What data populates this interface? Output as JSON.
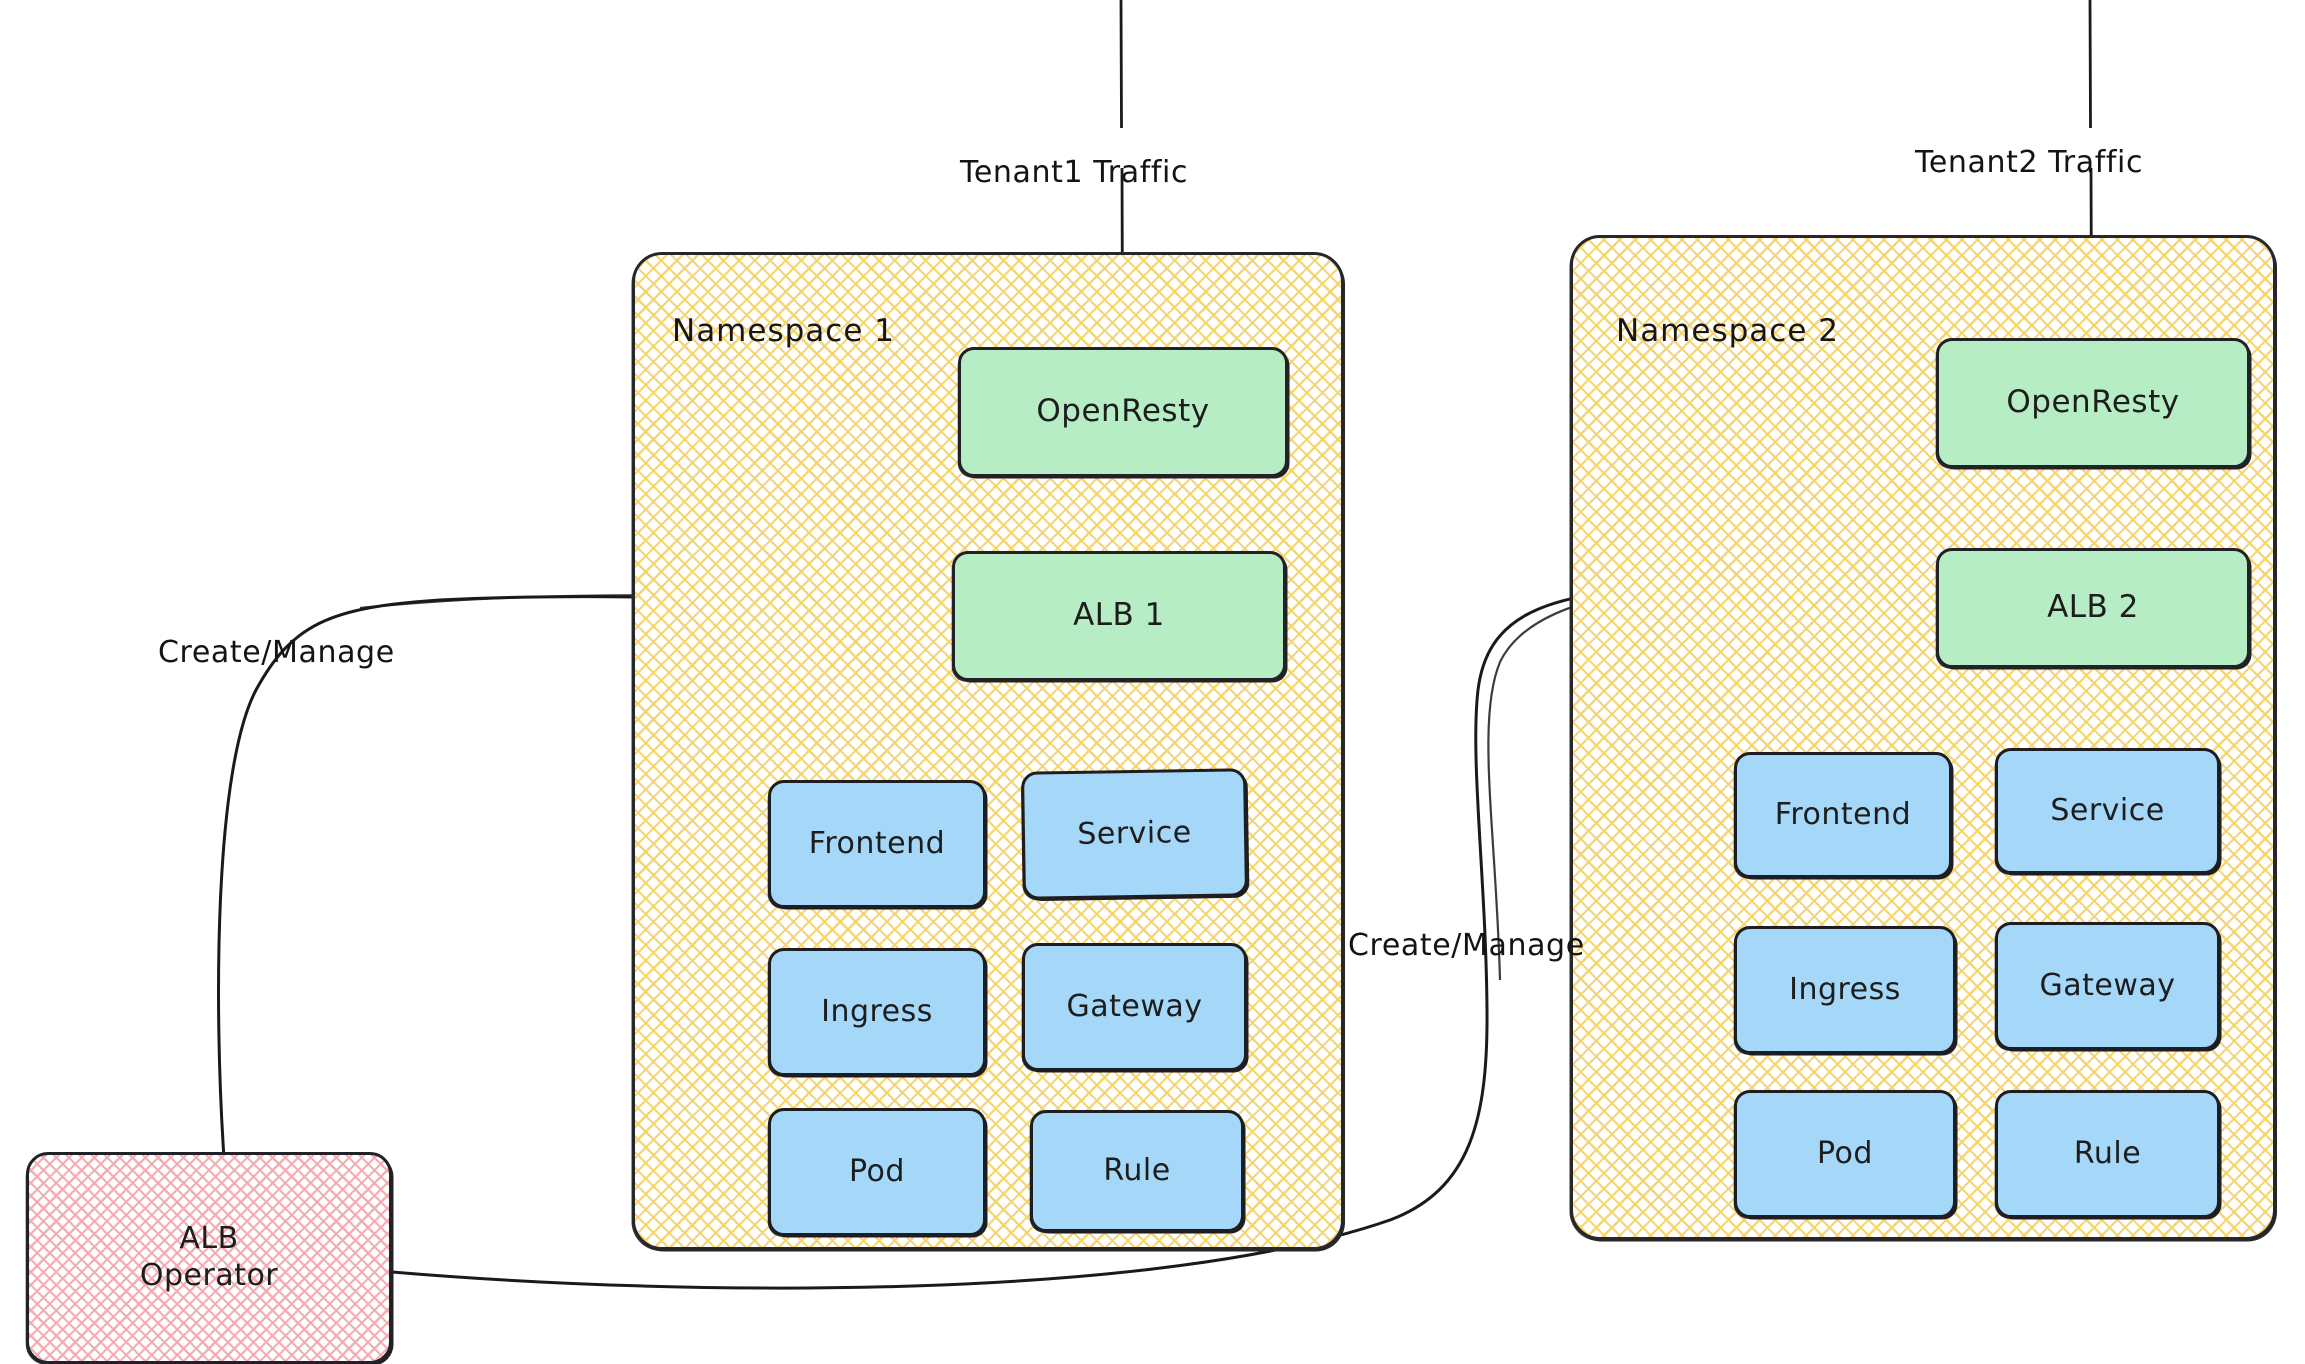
{
  "diagram": {
    "title": "ALB Operator multi-tenant namespace architecture",
    "palette": {
      "namespace_hatch": "#f4d46e",
      "operator_hatch": "#f3aab0",
      "node_green": "#b7edc5",
      "node_blue": "#a5d8f8",
      "stroke": "#1a1a1a",
      "canvas": "#ffffff"
    },
    "traffic_inputs": [
      {
        "id": "tenant1",
        "label": "Tenant1 Traffic"
      },
      {
        "id": "tenant2",
        "label": "Tenant2 Traffic"
      }
    ],
    "namespaces": [
      {
        "id": "ns1",
        "label": "Namespace 1",
        "gateway": {
          "label": "OpenResty"
        },
        "alb": {
          "label": "ALB 1"
        },
        "resources": [
          {
            "label": "Frontend"
          },
          {
            "label": "Service"
          },
          {
            "label": "Ingress"
          },
          {
            "label": "Gateway"
          },
          {
            "label": "Pod"
          },
          {
            "label": "Rule"
          }
        ]
      },
      {
        "id": "ns2",
        "label": "Namespace 2",
        "gateway": {
          "label": "OpenResty"
        },
        "alb": {
          "label": "ALB 2"
        },
        "resources": [
          {
            "label": "Frontend"
          },
          {
            "label": "Service"
          },
          {
            "label": "Ingress"
          },
          {
            "label": "Gateway"
          },
          {
            "label": "Pod"
          },
          {
            "label": "Rule"
          }
        ]
      }
    ],
    "operator": {
      "line1": "ALB",
      "line2": "Operator"
    },
    "edges": [
      {
        "id": "op-to-alb1",
        "label": "Create/Manage",
        "from": "ALB Operator",
        "to": "ALB 1"
      },
      {
        "id": "op-to-alb2",
        "label": "Create/Manage",
        "from": "ALB Operator",
        "to": "ALB 2"
      },
      {
        "id": "tenant1-to-openresty1",
        "label": "",
        "from": "Tenant1 Traffic",
        "to": "OpenResty"
      },
      {
        "id": "tenant2-to-openresty2",
        "label": "",
        "from": "Tenant2 Traffic",
        "to": "OpenResty"
      },
      {
        "id": "alb1-to-openresty1",
        "label": "",
        "from": "ALB 1",
        "to": "OpenResty"
      },
      {
        "id": "alb2-to-openresty2",
        "label": "",
        "from": "ALB 2",
        "to": "OpenResty"
      }
    ]
  }
}
